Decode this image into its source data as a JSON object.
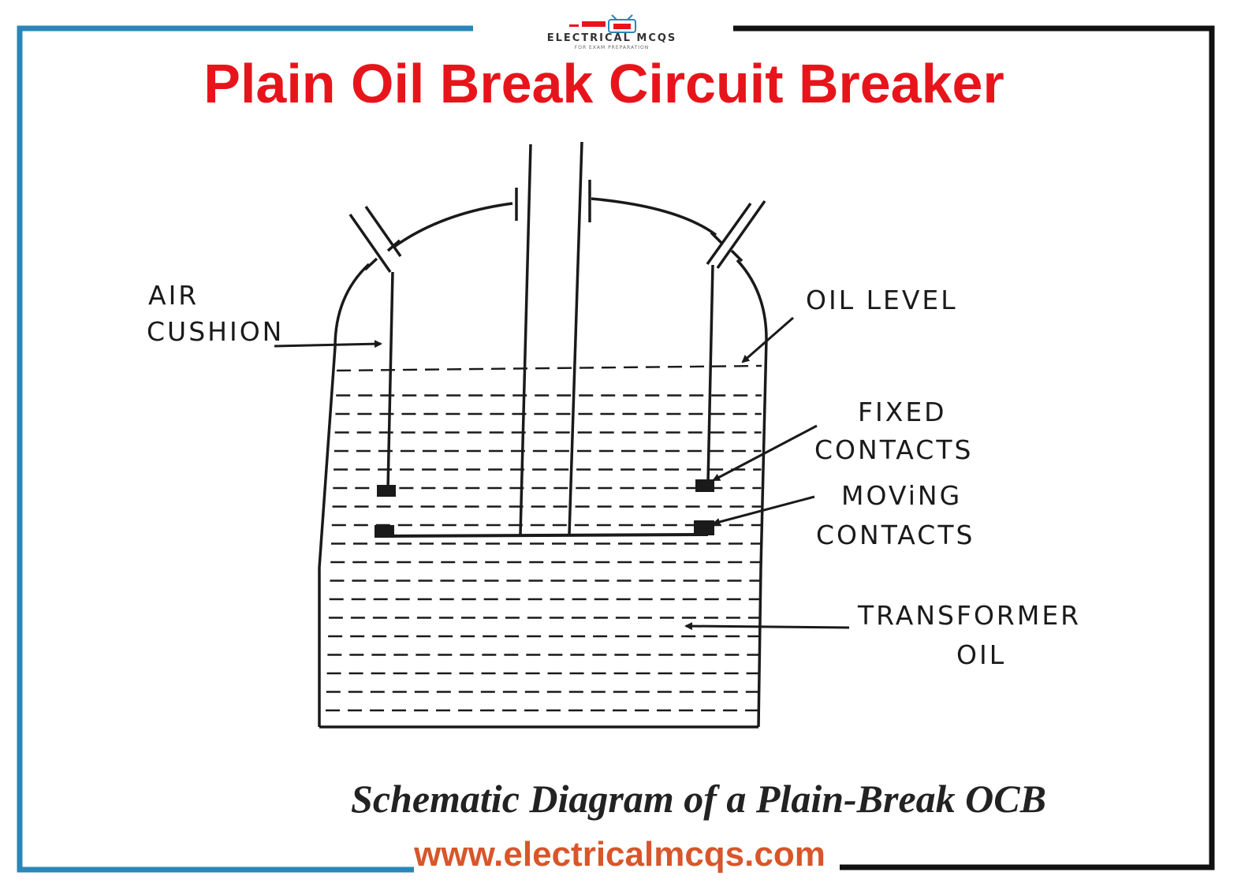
{
  "title": "Plain Oil Break Circuit Breaker",
  "logo": {
    "name": "ELECTRICAL MCQS",
    "tagline": "FOR EXAM PREPARATION"
  },
  "labels": {
    "air_cushion_1": "AIR",
    "air_cushion_2": "CUSHION",
    "oil_level": "OIL  LEVEL",
    "fixed_contacts_1": "FIXED",
    "fixed_contacts_2": "CONTACTS",
    "moving_contacts_1": "MOViNG",
    "moving_contacts_2": "CONTACTS",
    "transformer_oil_1": "TRANSFORMER",
    "transformer_oil_2": "OIL"
  },
  "caption": "Schematic Diagram of a Plain-Break OCB",
  "website": "www.electricalmcqs.com",
  "colors": {
    "title": "#e8141b",
    "frame_left": "#2a86b8",
    "frame_right": "#111111",
    "ink": "#1a1a1a",
    "website": "#d8562a"
  }
}
